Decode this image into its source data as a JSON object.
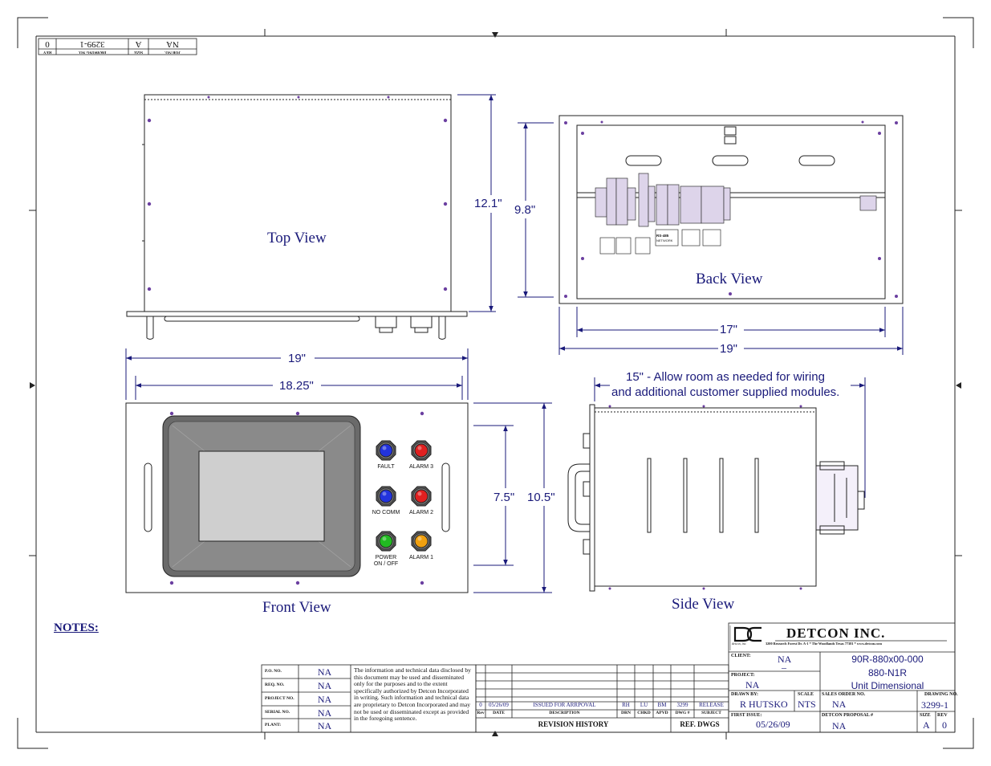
{
  "views": {
    "top": "Top View",
    "back": "Back View",
    "front": "Front View",
    "side": "Side View"
  },
  "dims": {
    "top_height": "12.1\"",
    "back_height": "9.8\"",
    "back_inner_width": "17\"",
    "back_outer_width": "19\"",
    "front_outer_width": "19\"",
    "front_inner_width": "18.25\"",
    "front_inner_height": "7.5\"",
    "front_outer_height": "10.5\"",
    "side_note_line1": "15\" - Allow room as needed for wiring",
    "side_note_line2": "and additional customer supplied modules."
  },
  "leds": [
    {
      "label": "FAULT",
      "color": "#2233dd"
    },
    {
      "label": "ALARM 3",
      "color": "#e02020"
    },
    {
      "label": "NO COMM",
      "color": "#2233dd"
    },
    {
      "label": "ALARM 2",
      "color": "#e02020"
    },
    {
      "label": "POWER\nON / OFF",
      "color": "#22bb22"
    },
    {
      "label": "ALARM 1",
      "color": "#f0a010"
    }
  ],
  "notes_title": "NOTES:",
  "mini_block": {
    "rev_value": "0",
    "drawing_value": "3299-1",
    "size_value": "A",
    "job_value": "NA",
    "rev_label": "REV",
    "drawing_label": "DRAWING NO.",
    "size_label": "SIZE",
    "job_label": "JOB NO."
  },
  "info_table": [
    {
      "label": "P.O. NO.",
      "value": "NA"
    },
    {
      "label": "REQ. NO.",
      "value": "NA"
    },
    {
      "label": "PROJECT NO.",
      "value": "NA"
    },
    {
      "label": "SERIAL NO.",
      "value": "NA"
    },
    {
      "label": "PLANT:",
      "value": "NA"
    }
  ],
  "disclaimer": "The information and technical data disclosed by this document may be used and disseminated only for the purposes and to the extent specifically authorized by Detcon Incorporated in writing. Such information and technical data are proprietary to Detcon Incorporated and may not be used or disseminated except as provided in the foregoing sentence.",
  "revision": {
    "row": {
      "rev": "0",
      "date": "05/26/09",
      "desc": "ISSUED FOR ARRPOVAL",
      "drn": "RH",
      "chkd": "LU",
      "apvd": "BM",
      "dwg": "3299",
      "subject": "RELEASE"
    },
    "headers": {
      "rev": "Rev",
      "date": "DATE",
      "desc": "DESCRIPTION",
      "drn": "DRN",
      "chkd": "CHKD",
      "apvd": "APVD",
      "dwg": "DWG #",
      "subject": "SUBJECT"
    },
    "title": "REVISION HISTORY",
    "ref": "REF. DWGS"
  },
  "title_block": {
    "logo_text": "detcon, inc.",
    "company": "DETCON INC.",
    "address": "3200 Research Forest Dr. A-1 * The Woodlands Texas 77381 * www.detcon.com",
    "client_label": "CLIENT:",
    "client_value": "NA",
    "client_dash": "–",
    "project_label": "PROJECT:",
    "project_value": "NA",
    "title_line1": "90R-880x00-000",
    "title_line2": "880-N1R",
    "title_line3": "Unit Dimensional",
    "drawn_label": "DRAWN BY:",
    "drawn_value": "R HUTSKO",
    "scale_label": "SCALE",
    "scale_value": "NTS",
    "sales_label": "SALES ORDER NO.",
    "sales_value": "NA",
    "drawing_label": "DRAWING NO.",
    "drawing_value": "3299-1",
    "first_label": "FIRST ISSUE:",
    "first_value": "05/26/09",
    "proposal_label": "DETCON PROPOSAL #",
    "proposal_value": "NA",
    "size_label": "SIZE",
    "size_value": "A",
    "rev_label": "REV",
    "rev_value": "0"
  },
  "module_labels": {
    "rs485": "RS-485",
    "network": "NETWORK"
  }
}
